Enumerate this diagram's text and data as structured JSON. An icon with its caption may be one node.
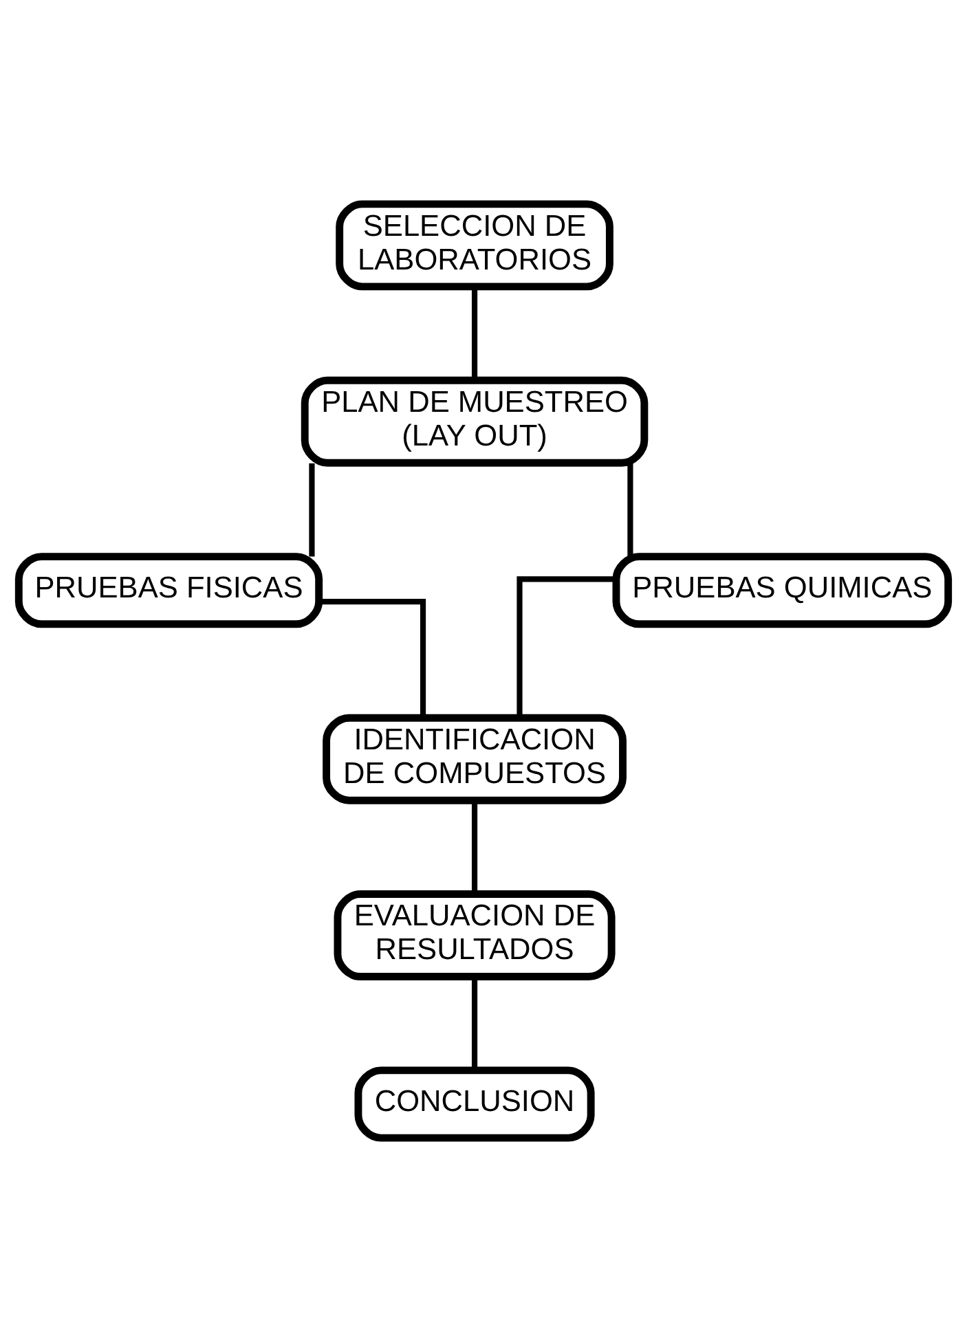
{
  "diagram": {
    "nodes": [
      {
        "text": [
          "SELECCION DE LABORATORIOS"
        ]
      },
      {
        "text": [
          "PLAN DE MUESTREO (LAY OUT)"
        ]
      },
      {
        "text": [
          "PRUEBAS FISICAS"
        ]
      },
      {
        "text": [
          "PRUEBAS QUIMICAS"
        ]
      },
      {
        "text": [
          "IDENTIFICACION DE COMPUESTOS"
        ]
      },
      {
        "text": [
          "EVALUACION DE RESULTADOS"
        ]
      },
      {
        "text": [
          "CONCLUSION"
        ]
      }
    ],
    "edges": [
      {
        "from": 0,
        "to": 1,
        "arrow": "none"
      },
      {
        "from": 1,
        "to": 2,
        "arrow": "none"
      },
      {
        "from": 1,
        "to": 3,
        "arrow": "none"
      },
      {
        "from": 2,
        "to": 4,
        "arrow": "none"
      },
      {
        "from": 3,
        "to": 4,
        "arrow": "none"
      },
      {
        "from": 4,
        "to": 5,
        "arrow": "none"
      },
      {
        "from": 5,
        "to": 6,
        "arrow": "none"
      }
    ]
  }
}
